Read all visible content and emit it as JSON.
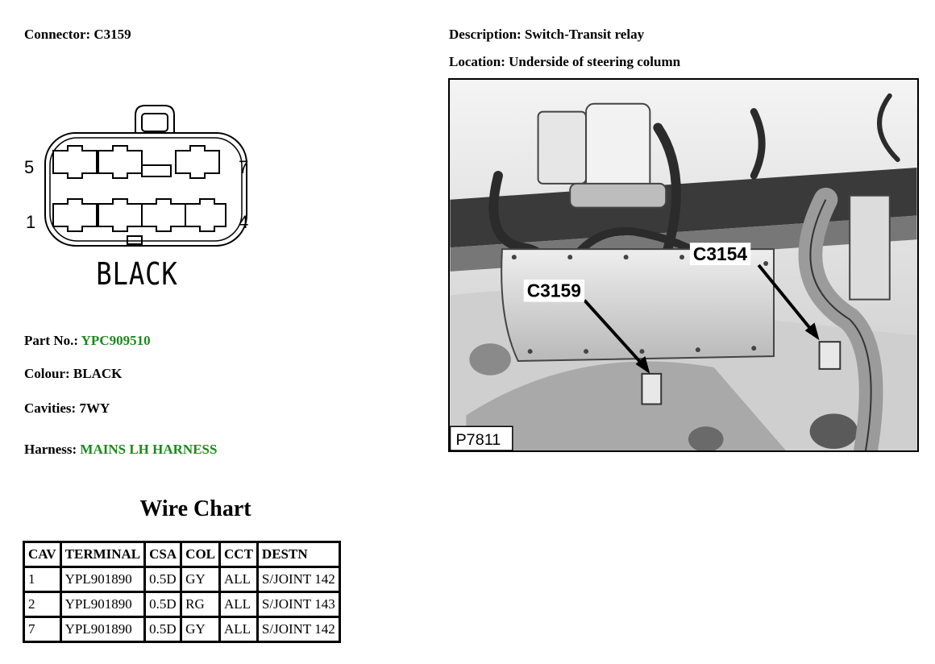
{
  "connector": {
    "label": "Connector:",
    "value": "C3159"
  },
  "description": {
    "label": "Description:",
    "value": "Switch-Transit relay"
  },
  "location": {
    "label": "Location:",
    "value": "Underside of steering column"
  },
  "diagram": {
    "label": "BLACK",
    "pins": {
      "top_left": "5",
      "top_right": "7",
      "bottom_left": "1",
      "bottom_right": "4"
    }
  },
  "part_no": {
    "label": "Part No.:",
    "value": "YPC909510"
  },
  "colour": {
    "label": "Colour:",
    "value": "BLACK"
  },
  "cavities": {
    "label": "Cavities:",
    "value": "7WY"
  },
  "harness": {
    "label": "Harness:",
    "value": "MAINS LH HARNESS"
  },
  "wire_chart": {
    "title": "Wire Chart",
    "headers": [
      "CAV",
      "TERMINAL",
      "CSA",
      "COL",
      "CCT",
      "DESTN"
    ],
    "rows": [
      [
        "1",
        "YPL901890",
        "0.5D",
        "GY",
        "ALL",
        "S/JOINT 142"
      ],
      [
        "2",
        "YPL901890",
        "0.5D",
        "RG",
        "ALL",
        "S/JOINT 143"
      ],
      [
        "7",
        "YPL901890",
        "0.5D",
        "GY",
        "ALL",
        "S/JOINT 142"
      ]
    ]
  },
  "photo": {
    "callouts": {
      "c3154": "C3154",
      "c3159": "C3159"
    },
    "reference": "P7811"
  },
  "colors": {
    "link_green": "#1a8a1a"
  }
}
